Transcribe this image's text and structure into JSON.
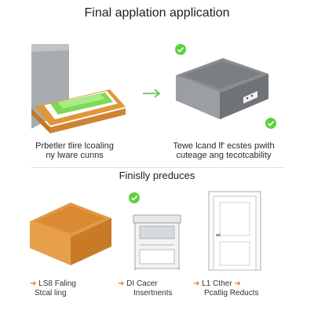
{
  "title": "Final applation application",
  "step1_caption": [
    "Prbetler tlire lcoaling",
    "ny lware cunns"
  ],
  "step2_caption": [
    "Tewe lcand lf' ecstes pwith",
    "cuteage ang tecotcability"
  ],
  "section2_title": "Finislly preduces",
  "products": [
    {
      "line1": "LS8 Faling",
      "line2": "Stcal ling",
      "icon": "box-icon"
    },
    {
      "line1": "DI Cacer",
      "line2": "Insertnents",
      "icon": "cabinet-icon"
    },
    {
      "line1": "L1 Cther",
      "line2": "Pcatlig Reducts",
      "icon": "door-icon"
    }
  ],
  "colors": {
    "accent_green": "#5fd13b",
    "arrow_orange": "#e8792a",
    "wood": "#e0963b"
  }
}
